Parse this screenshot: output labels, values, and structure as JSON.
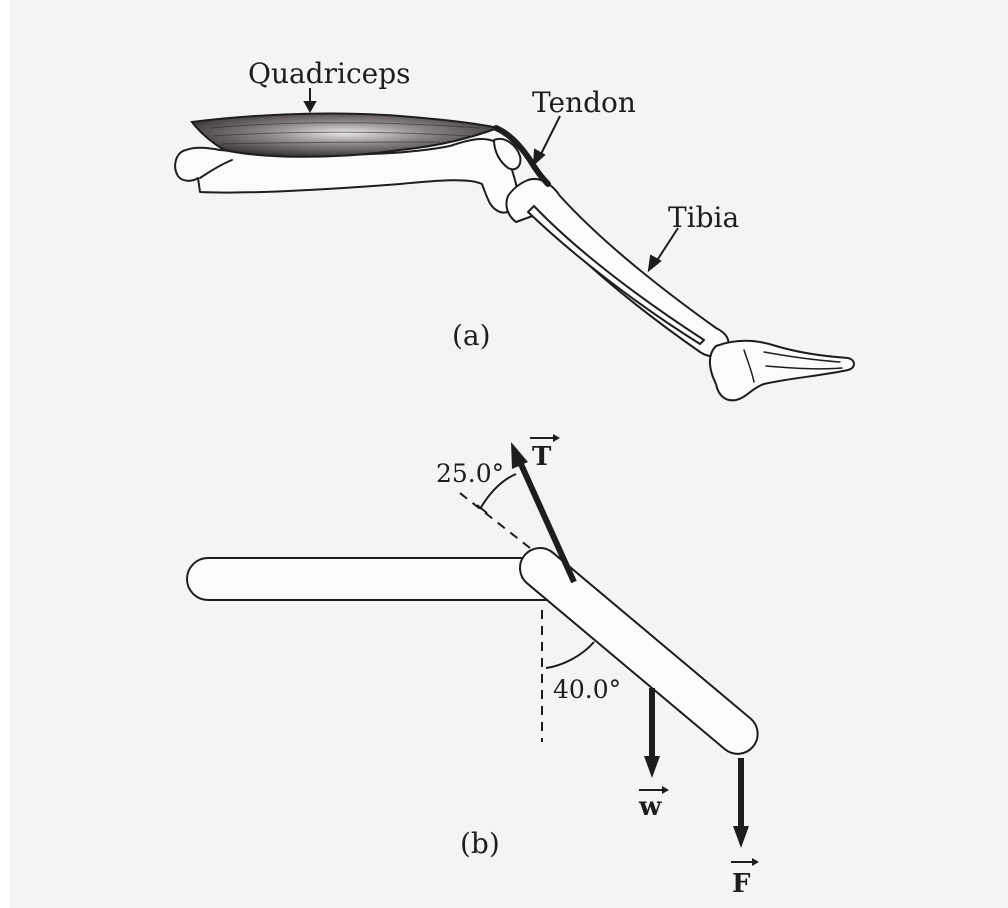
{
  "part_a": {
    "caption": "(a)",
    "labels": {
      "quadriceps": "Quadriceps",
      "tendon": "Tendon",
      "tibia": "Tibia"
    }
  },
  "part_b": {
    "caption": "(b)",
    "angle_tendon": "25.0°",
    "angle_leg": "40.0°",
    "forces": {
      "tension": "T",
      "weight": "w",
      "force": "F"
    }
  },
  "colors": {
    "ink": "#1d1d1d",
    "paper": "#f4f4f2",
    "muscle": "#3a3436"
  }
}
